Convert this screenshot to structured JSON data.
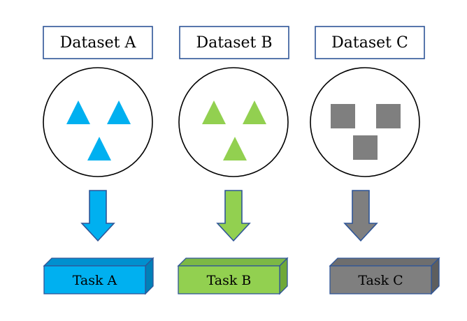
{
  "columns": [
    {
      "id": "a",
      "dataset_label": "Dataset A",
      "task_label": "Task A",
      "shape": "triangle",
      "color": "#00B0F0",
      "color_dark": "#0080B8",
      "color_side": "#0090CF",
      "stroke": "#2F5597"
    },
    {
      "id": "b",
      "dataset_label": "Dataset B",
      "task_label": "Task B",
      "shape": "triangle",
      "color": "#92D050",
      "color_dark": "#6FA838",
      "color_side": "#7CB845",
      "stroke": "#2F5597"
    },
    {
      "id": "c",
      "dataset_label": "Dataset C",
      "task_label": "Task C",
      "shape": "square",
      "color": "#7F7F7F",
      "color_dark": "#5E5E5E",
      "color_side": "#6E6E6E",
      "stroke": "#2F5597"
    }
  ]
}
